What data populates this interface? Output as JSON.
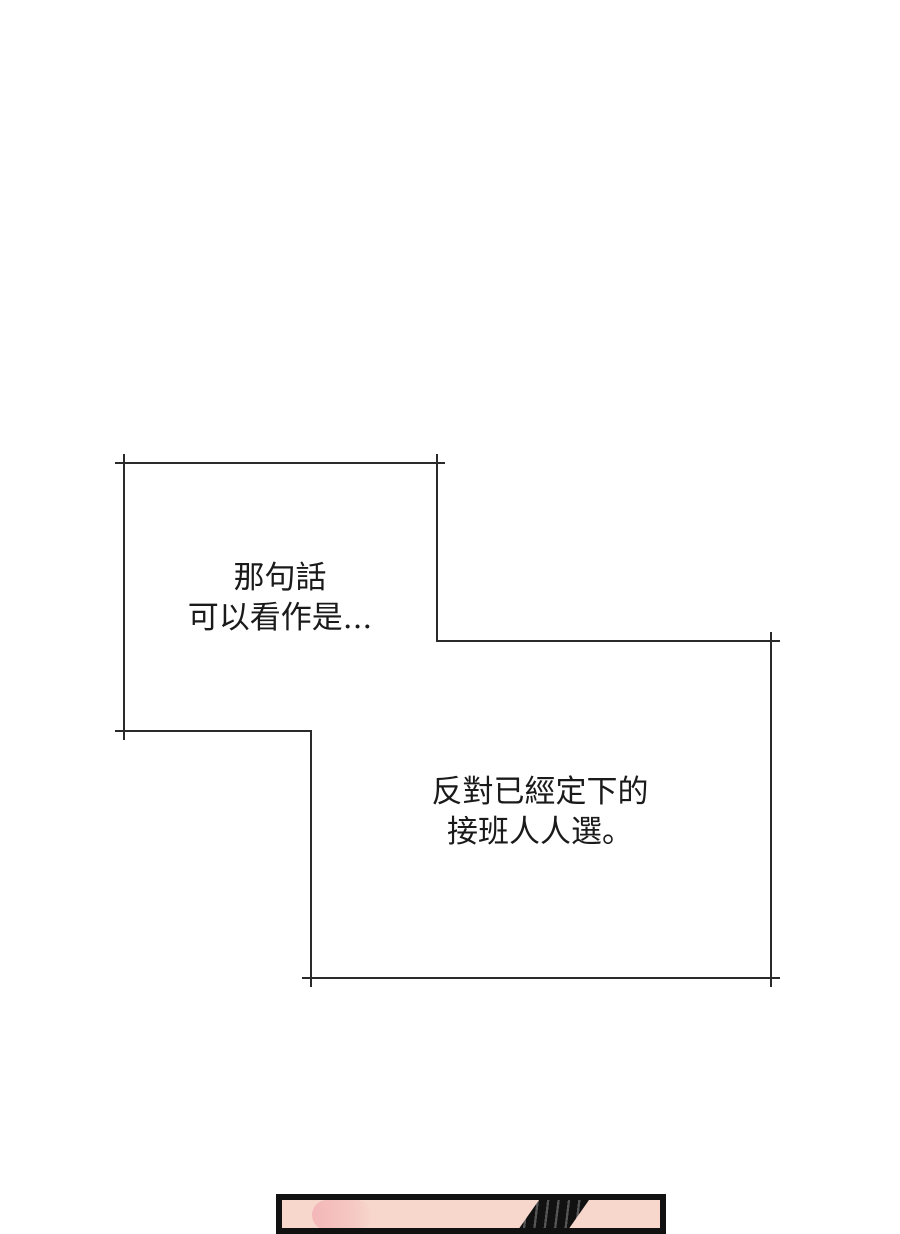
{
  "caption_box": {
    "line_color": "#2a2a2a",
    "text_block_1": {
      "line_1": "那句話",
      "line_2": "可以看作是..."
    },
    "text_block_2": {
      "line_1": "反對已經定下的",
      "line_2": "接班人人選。"
    }
  },
  "next_panel": {
    "border_color": "#111111",
    "fill_color": "#f7d7cc"
  }
}
